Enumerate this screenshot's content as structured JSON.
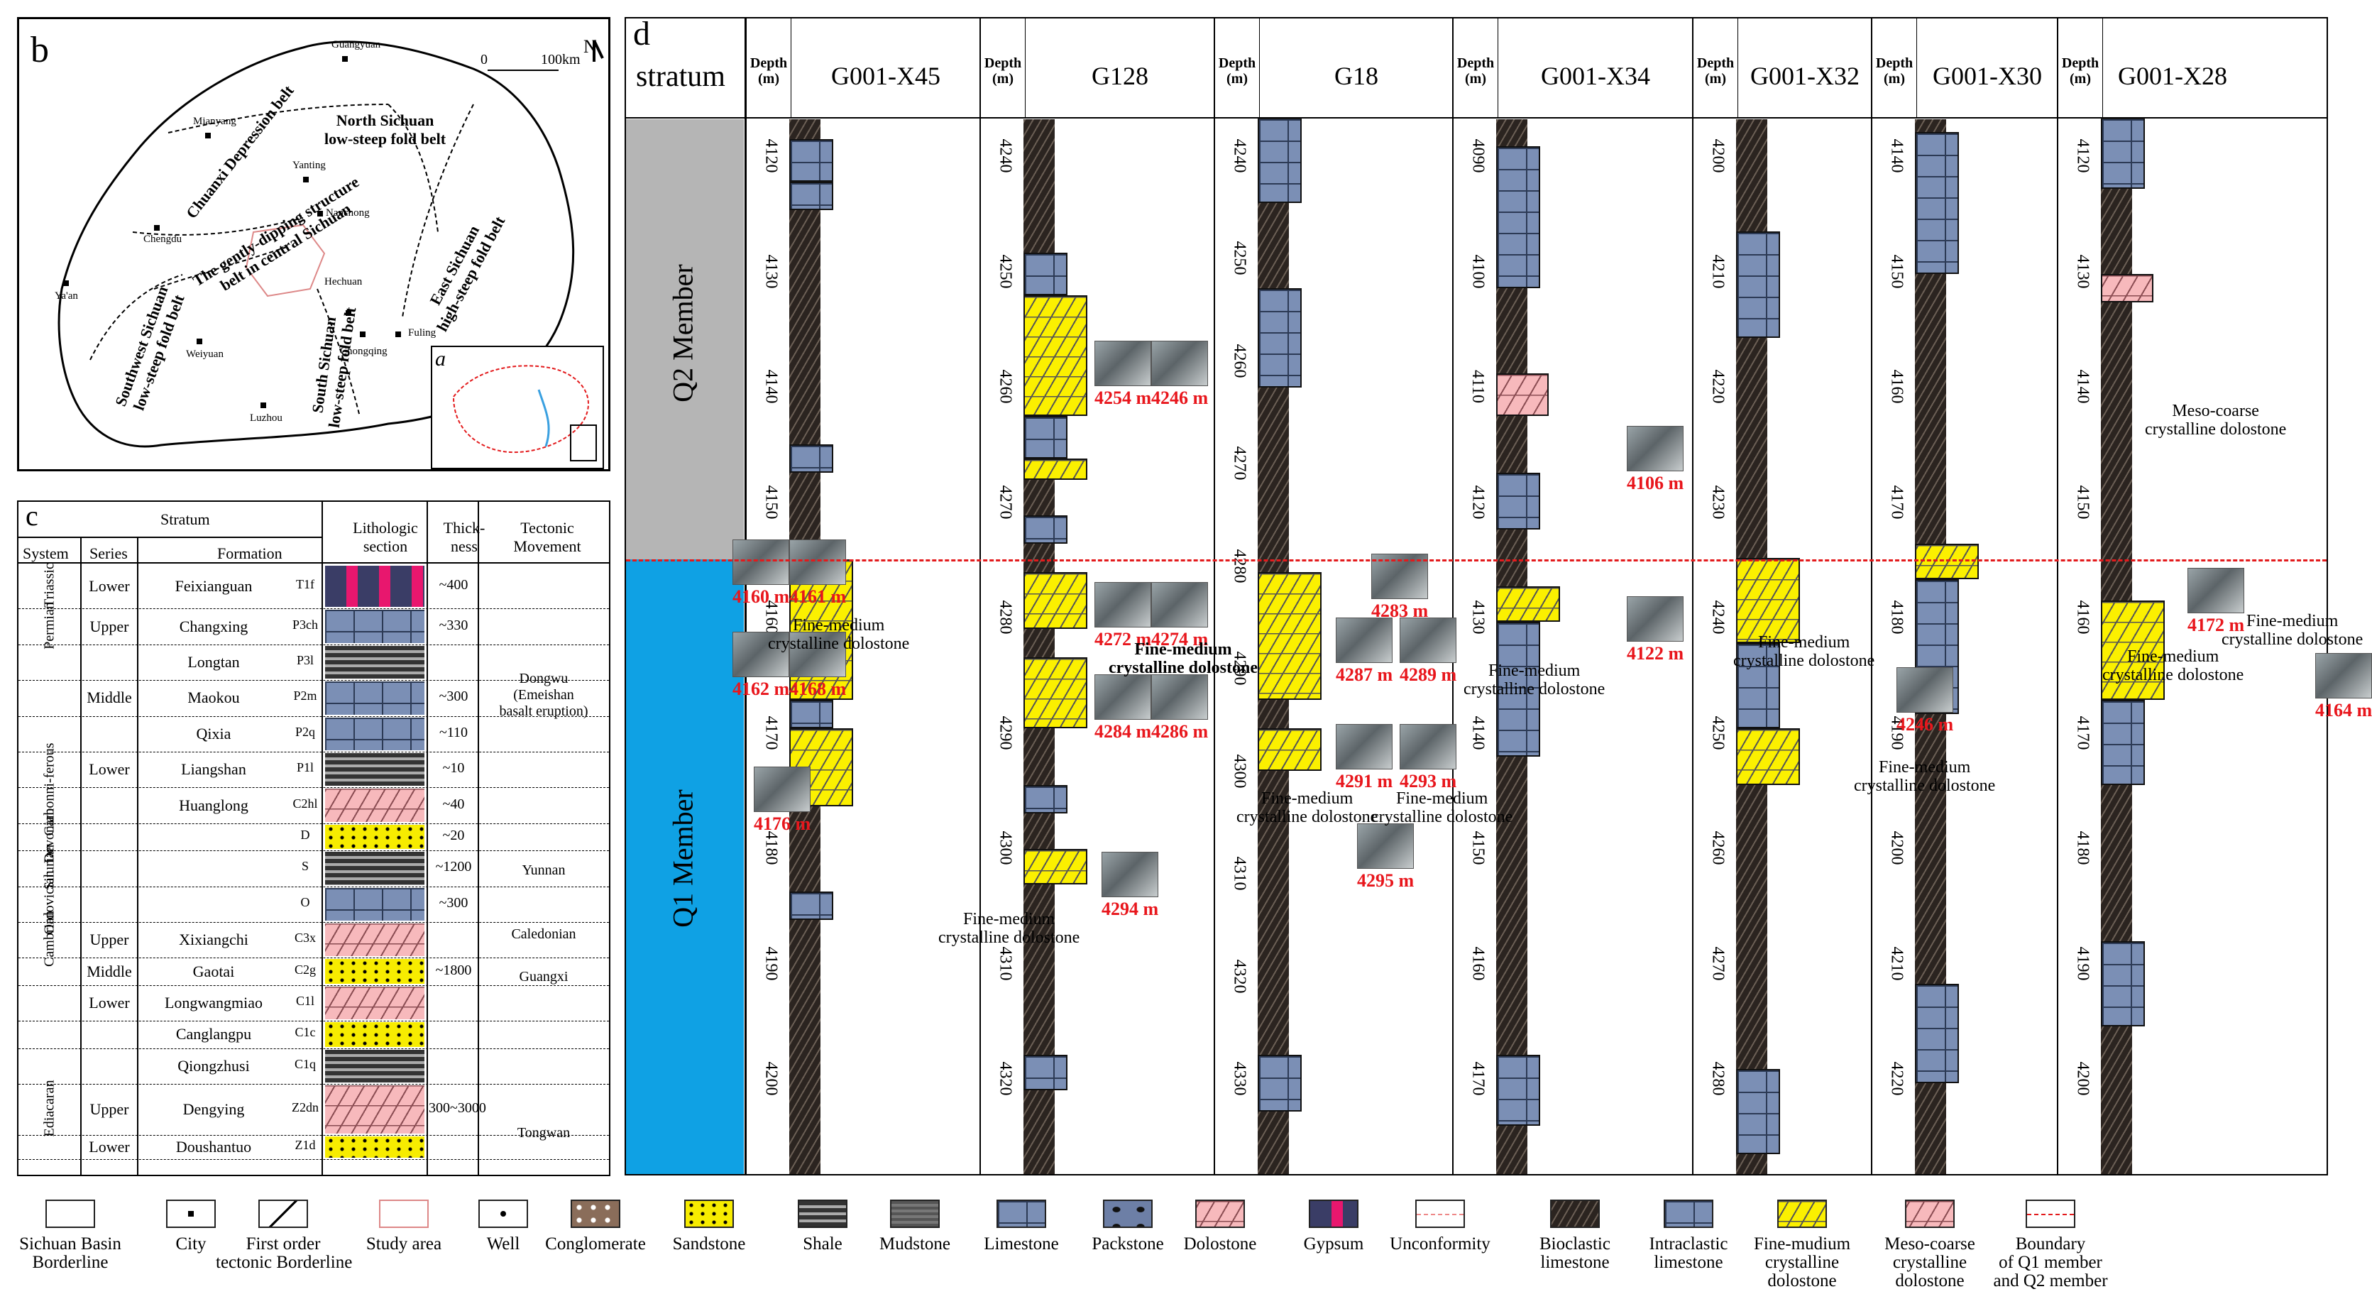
{
  "panels": {
    "b": "b",
    "a": "a",
    "c": "c",
    "d": "d"
  },
  "map": {
    "north": "N",
    "scale": [
      "0",
      "100km"
    ],
    "regions": [
      {
        "id": "chuanxi",
        "text": "Chuanxi Depression belt"
      },
      {
        "id": "north",
        "text": "North Sichuan\nlow-steep fold belt"
      },
      {
        "id": "central",
        "text": "The gently-dipping structure\nbelt in central Sichuan"
      },
      {
        "id": "east",
        "text": "East Sichuan\nhigh-steep fold belt"
      },
      {
        "id": "southwest",
        "text": "Southwest Sichuan\nlow-steep fold belt"
      },
      {
        "id": "south",
        "text": "South Sichuan\nlow-steep fold belt"
      }
    ],
    "cities": [
      "Guangyuan",
      "Mianyang",
      "Yanting",
      "Nanchong",
      "Chengdu",
      "Ya'an",
      "Weiyuan",
      "Luzhou",
      "Hechuan",
      "Chongqing",
      "Fuling"
    ]
  },
  "strat_table": {
    "headers": {
      "stratum": "Stratum",
      "system": "System",
      "series": "Series",
      "formation": "Formation",
      "lithologic": "Lithologic section",
      "thickness": "Thick-ness",
      "tectonic": "Tectonic Movement"
    },
    "rows": [
      {
        "system": "Triassic",
        "series": "Lower",
        "formation": "Feixianguan",
        "code": "T1f",
        "thick": "~400"
      },
      {
        "system": "Permian",
        "series": "Upper",
        "formation": "Changxing",
        "code": "P3ch",
        "thick": "~330"
      },
      {
        "system": "",
        "series": "",
        "formation": "Longtan",
        "code": "P3l",
        "thick": ""
      },
      {
        "system": "",
        "series": "Middle",
        "formation": "Maokou",
        "code": "P2m",
        "thick": "~300"
      },
      {
        "system": "",
        "series": "",
        "formation": "Qixia",
        "code": "P2q",
        "thick": "~110"
      },
      {
        "system": "",
        "series": "Lower",
        "formation": "Liangshan",
        "code": "P1l",
        "thick": "~10"
      },
      {
        "system": "Carbonni-ferous",
        "series": "",
        "formation": "Huanglong",
        "code": "C2hl",
        "thick": "~40"
      },
      {
        "system": "Devonian",
        "series": "",
        "formation": "",
        "code": "D",
        "thick": "~20"
      },
      {
        "system": "Silurian",
        "series": "",
        "formation": "",
        "code": "S",
        "thick": "~1200"
      },
      {
        "system": "Ordovician",
        "series": "",
        "formation": "",
        "code": "O",
        "thick": "~300"
      },
      {
        "system": "Cambrian",
        "series": "Upper",
        "formation": "Xixiangchi",
        "code": "C3x",
        "thick": ""
      },
      {
        "system": "",
        "series": "Middle",
        "formation": "Gaotai",
        "code": "C2g",
        "thick": "~1800"
      },
      {
        "system": "",
        "series": "Lower",
        "formation": "Longwangmiao",
        "code": "C1l",
        "thick": ""
      },
      {
        "system": "",
        "series": "",
        "formation": "Canglangpu",
        "code": "C1c",
        "thick": ""
      },
      {
        "system": "",
        "series": "",
        "formation": "Qiongzhusi",
        "code": "C1q",
        "thick": ""
      },
      {
        "system": "Ediacaran",
        "series": "Upper",
        "formation": "Dengying",
        "code": "Z2dn",
        "thick": "300~3000"
      },
      {
        "system": "",
        "series": "Lower",
        "formation": "Doushantuo",
        "code": "Z1d",
        "thick": ""
      }
    ],
    "tectonic": [
      "Dongwu\n(Emeishan\nbasalt eruption)",
      "Yunnan",
      "Caledonian",
      "Guangxi",
      "Tongwan"
    ]
  },
  "wells_header": {
    "stratum": "stratum",
    "depth": "Depth\n(m)"
  },
  "members": {
    "q2": "Q2 Member",
    "q1": "Q1 Member"
  },
  "wells": [
    {
      "name": "G001-X45",
      "ticks": [
        "4120",
        "4130",
        "4140",
        "4150",
        "4160",
        "4170",
        "4180",
        "4190",
        "4200"
      ]
    },
    {
      "name": "G128",
      "ticks": [
        "4240",
        "4250",
        "4260",
        "4270",
        "4280",
        "4290",
        "4300",
        "4310",
        "4320"
      ]
    },
    {
      "name": "G18",
      "ticks": [
        "4240",
        "4250",
        "4260",
        "4270",
        "4280",
        "4290",
        "4300",
        "4310",
        "4320",
        "4330"
      ]
    },
    {
      "name": "G001-X34",
      "ticks": [
        "4090",
        "4100",
        "4110",
        "4120",
        "4130",
        "4140",
        "4150",
        "4160",
        "4170"
      ]
    },
    {
      "name": "G001-X32",
      "ticks": [
        "4200",
        "4210",
        "4220",
        "4230",
        "4240",
        "4250",
        "4260",
        "4270",
        "4280"
      ]
    },
    {
      "name": "G001-X30",
      "ticks": [
        "4140",
        "4150",
        "4160",
        "4170",
        "4180",
        "4190",
        "4200",
        "4210",
        "4220"
      ]
    },
    {
      "name": "G001-X28",
      "ticks": [
        "4120",
        "4130",
        "4140",
        "4150",
        "4160",
        "4170",
        "4180",
        "4190",
        "4200"
      ]
    }
  ],
  "annotations": {
    "fmcd": "Fine-medium\ncrystalline dolostone",
    "mccd": "Meso-coarse\ncrystalline dolostone",
    "samples": [
      "4160 m",
      "4161 m",
      "4162 m",
      "4168 m",
      "4176 m",
      "4254 m",
      "4246 m",
      "4272 m",
      "4274 m",
      "4284 m",
      "4286 m",
      "4294 m",
      "4283 m",
      "4287 m",
      "4289 m",
      "4291 m",
      "4293 m",
      "4295 m",
      "4106 m",
      "4122 m",
      "4246  m",
      "4172  m",
      "4164  m"
    ]
  },
  "legend": [
    {
      "label": "Sichuan Basin\nBorderline"
    },
    {
      "label": "City"
    },
    {
      "label": "First order\ntectonic Borderline"
    },
    {
      "label": "Study area"
    },
    {
      "label": "Well"
    },
    {
      "label": "Conglomerate"
    },
    {
      "label": "Sandstone"
    },
    {
      "label": "Shale"
    },
    {
      "label": "Mudstone"
    },
    {
      "label": "Limestone"
    },
    {
      "label": "Packstone"
    },
    {
      "label": "Dolostone"
    },
    {
      "label": "Gypsum"
    },
    {
      "label": "Unconformity"
    },
    {
      "label": "Bioclastic\nlimestone"
    },
    {
      "label": "Intraclastic\nlimestone"
    },
    {
      "label": "Fine-mudium\ncrystalline\ndolostone"
    },
    {
      "label": "Meso-coarse\ncrystalline\ndolostone"
    },
    {
      "label": "Boundary\nof Q1 member\nand Q2 member"
    }
  ]
}
